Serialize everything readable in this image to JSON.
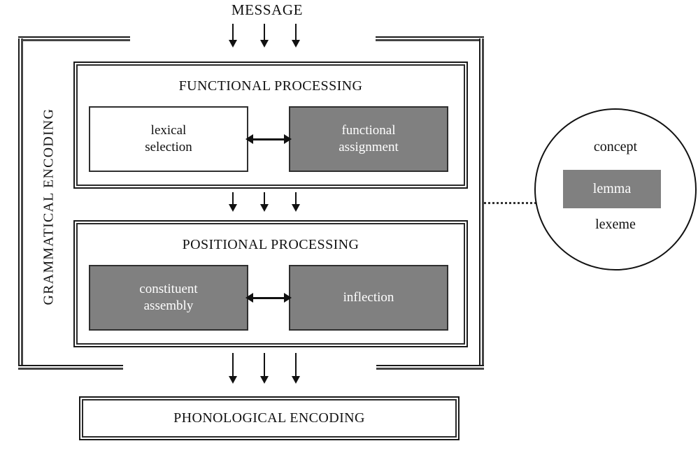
{
  "diagram": {
    "title_top": "MESSAGE",
    "side_label": "GRAMMATICAL ENCODING",
    "colors": {
      "gray_fill": "#808080",
      "line": "#111111",
      "white_fill": "#ffffff",
      "gray_text": "#ffffff"
    },
    "sections": [
      {
        "id": "functional",
        "title": "FUNCTIONAL PROCESSING",
        "nodes": [
          {
            "id": "lexical-selection",
            "label": "lexical\nselection",
            "line1": "lexical",
            "line2": "selection",
            "fill": "white"
          },
          {
            "id": "functional-assignment",
            "label": "functional\nassignment",
            "line1": "functional",
            "line2": "assignment",
            "fill": "gray"
          }
        ]
      },
      {
        "id": "positional",
        "title": "POSITIONAL PROCESSING",
        "nodes": [
          {
            "id": "constituent-assembly",
            "label": "constituent\nassembly",
            "line1": "constituent",
            "line2": "assembly",
            "fill": "gray"
          },
          {
            "id": "inflection",
            "label": "inflection",
            "line1": "inflection",
            "line2": "",
            "fill": "gray"
          }
        ]
      }
    ],
    "output_box": {
      "id": "phonological-encoding",
      "label": "PHONOLOGICAL ENCODING"
    },
    "lexical_entry": {
      "top_label": "concept",
      "middle_label": "lemma",
      "bottom_label": "lexeme"
    },
    "connectors": {
      "message_arrows_count": 3,
      "functional_to_positional_arrows_count": 3,
      "positional_to_phonological_arrows_count": 3,
      "bidirectional_arrow_functional": "lexical selection ↔ functional assignment",
      "bidirectional_arrow_positional": "constituent assembly ↔ inflection",
      "dotted_link": "grammatical encoding ··· lexical entry"
    }
  }
}
